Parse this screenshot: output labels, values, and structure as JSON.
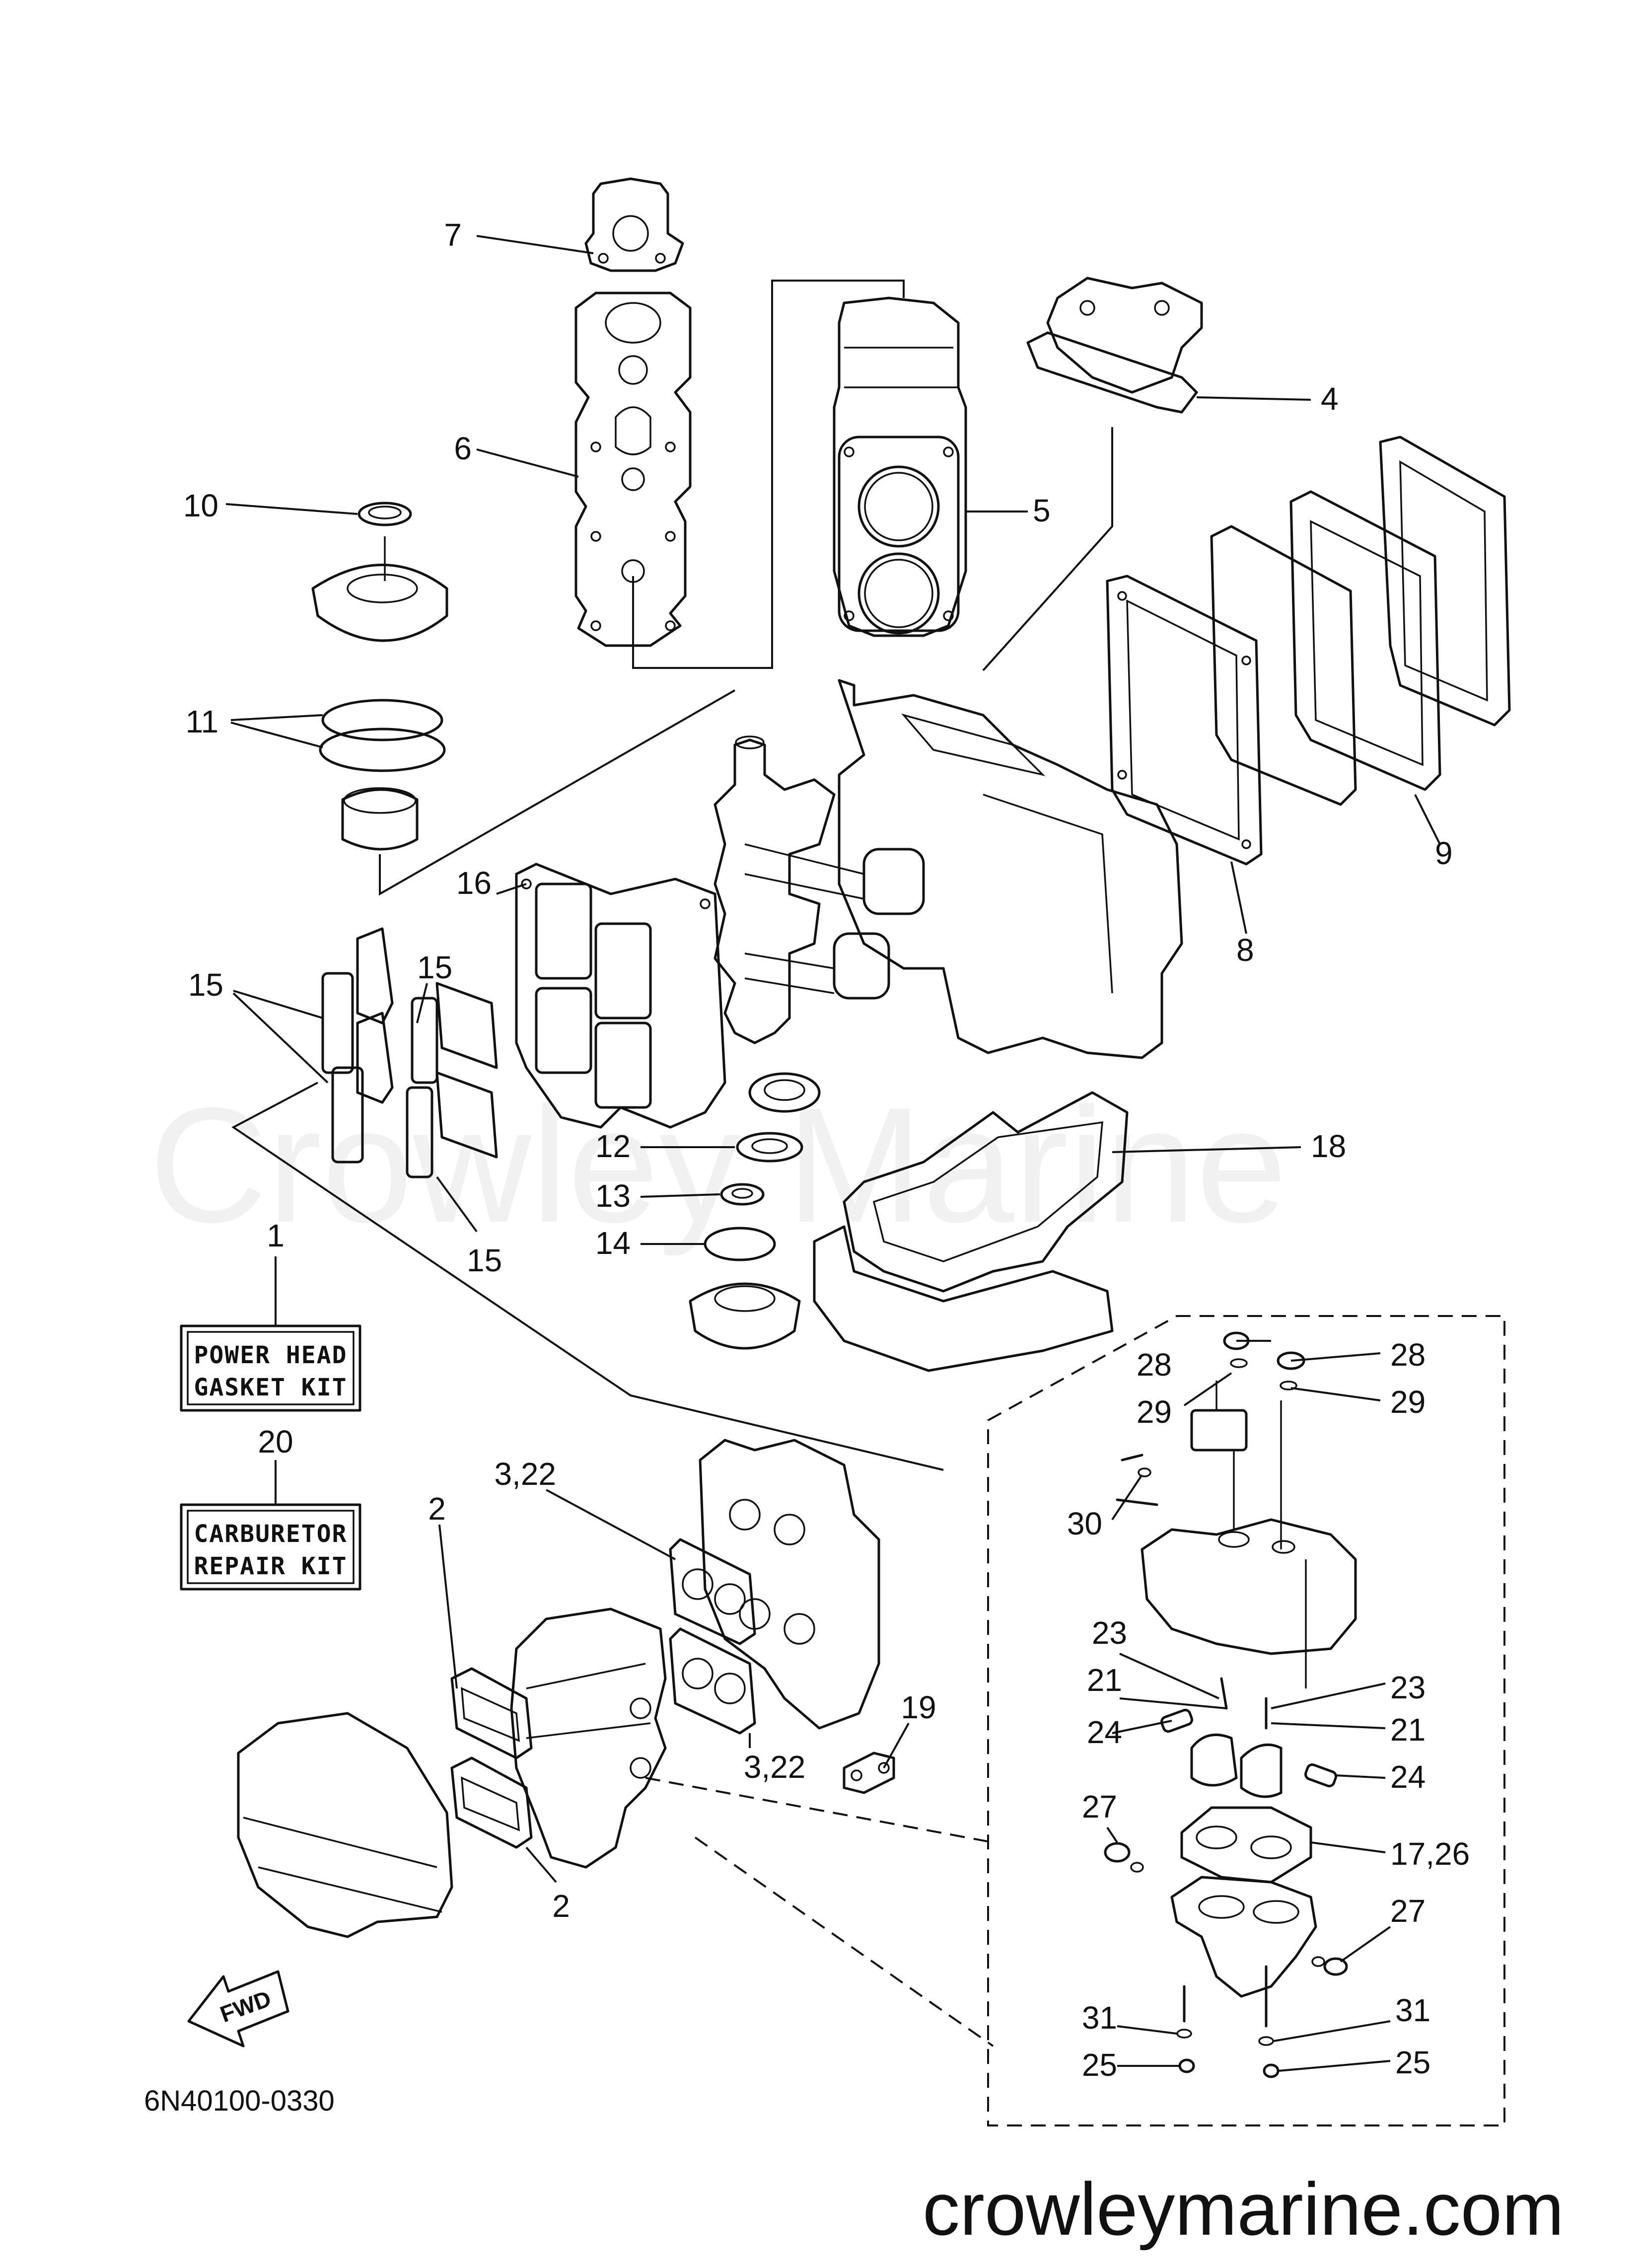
{
  "diagram": {
    "code": "6N40100-0330",
    "watermark": "Crowley Marine",
    "footer_url": "crowleymarine.com",
    "fwd_label": "FWD",
    "kits": [
      {
        "number": "1",
        "line1": "POWER HEAD",
        "line2": "GASKET KIT"
      },
      {
        "number": "20",
        "line1": "CARBURETOR",
        "line2": "REPAIR KIT"
      }
    ],
    "callouts": [
      {
        "id": "c7",
        "text": "7"
      },
      {
        "id": "c6",
        "text": "6"
      },
      {
        "id": "c10",
        "text": "10"
      },
      {
        "id": "c11",
        "text": "11"
      },
      {
        "id": "c4",
        "text": "4"
      },
      {
        "id": "c5",
        "text": "5"
      },
      {
        "id": "c9",
        "text": "9"
      },
      {
        "id": "c8",
        "text": "8"
      },
      {
        "id": "c16",
        "text": "16"
      },
      {
        "id": "c15a",
        "text": "15"
      },
      {
        "id": "c15b",
        "text": "15"
      },
      {
        "id": "c15c",
        "text": "15"
      },
      {
        "id": "c18",
        "text": "18"
      },
      {
        "id": "c12",
        "text": "12"
      },
      {
        "id": "c13",
        "text": "13"
      },
      {
        "id": "c14",
        "text": "14"
      },
      {
        "id": "c322a",
        "text": "3,22"
      },
      {
        "id": "c322b",
        "text": "3,22"
      },
      {
        "id": "c2a",
        "text": "2"
      },
      {
        "id": "c2b",
        "text": "2"
      },
      {
        "id": "c19",
        "text": "19"
      },
      {
        "id": "c28a",
        "text": "28"
      },
      {
        "id": "c28b",
        "text": "28"
      },
      {
        "id": "c29a",
        "text": "29"
      },
      {
        "id": "c29b",
        "text": "29"
      },
      {
        "id": "c30",
        "text": "30"
      },
      {
        "id": "c23a",
        "text": "23"
      },
      {
        "id": "c23b",
        "text": "23"
      },
      {
        "id": "c21a",
        "text": "21"
      },
      {
        "id": "c21b",
        "text": "21"
      },
      {
        "id": "c24a",
        "text": "24"
      },
      {
        "id": "c24b",
        "text": "24"
      },
      {
        "id": "c27a",
        "text": "27"
      },
      {
        "id": "c27b",
        "text": "27"
      },
      {
        "id": "c1726",
        "text": "17,26"
      },
      {
        "id": "c31a",
        "text": "31"
      },
      {
        "id": "c31b",
        "text": "31"
      },
      {
        "id": "c25a",
        "text": "25"
      },
      {
        "id": "c25b",
        "text": "25"
      }
    ]
  }
}
